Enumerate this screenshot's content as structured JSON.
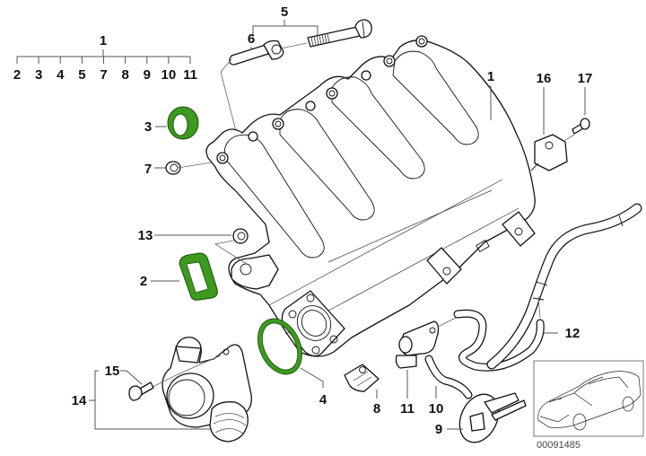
{
  "diagram": {
    "title": "Intake manifold exploded parts diagram",
    "highlight_color": "#3c9a1e",
    "callouts": {
      "c1_top": "1",
      "c1_group": [
        "2",
        "3",
        "4",
        "5",
        "7",
        "8",
        "9",
        "10",
        "11"
      ],
      "c1_main": "1",
      "c2": "2",
      "c3": "3",
      "c4": "4",
      "c5": "5",
      "c6": "6",
      "c7": "7",
      "c8": "8",
      "c9": "9",
      "c10": "10",
      "c11": "11",
      "c12": "12",
      "c13": "13",
      "c14": "14",
      "c15": "15",
      "c16": "16",
      "c17": "17"
    },
    "highlighted_parts": [
      "2",
      "3",
      "4"
    ],
    "inset": {
      "description": "Vehicle locator sketch",
      "code": "00091485"
    }
  }
}
